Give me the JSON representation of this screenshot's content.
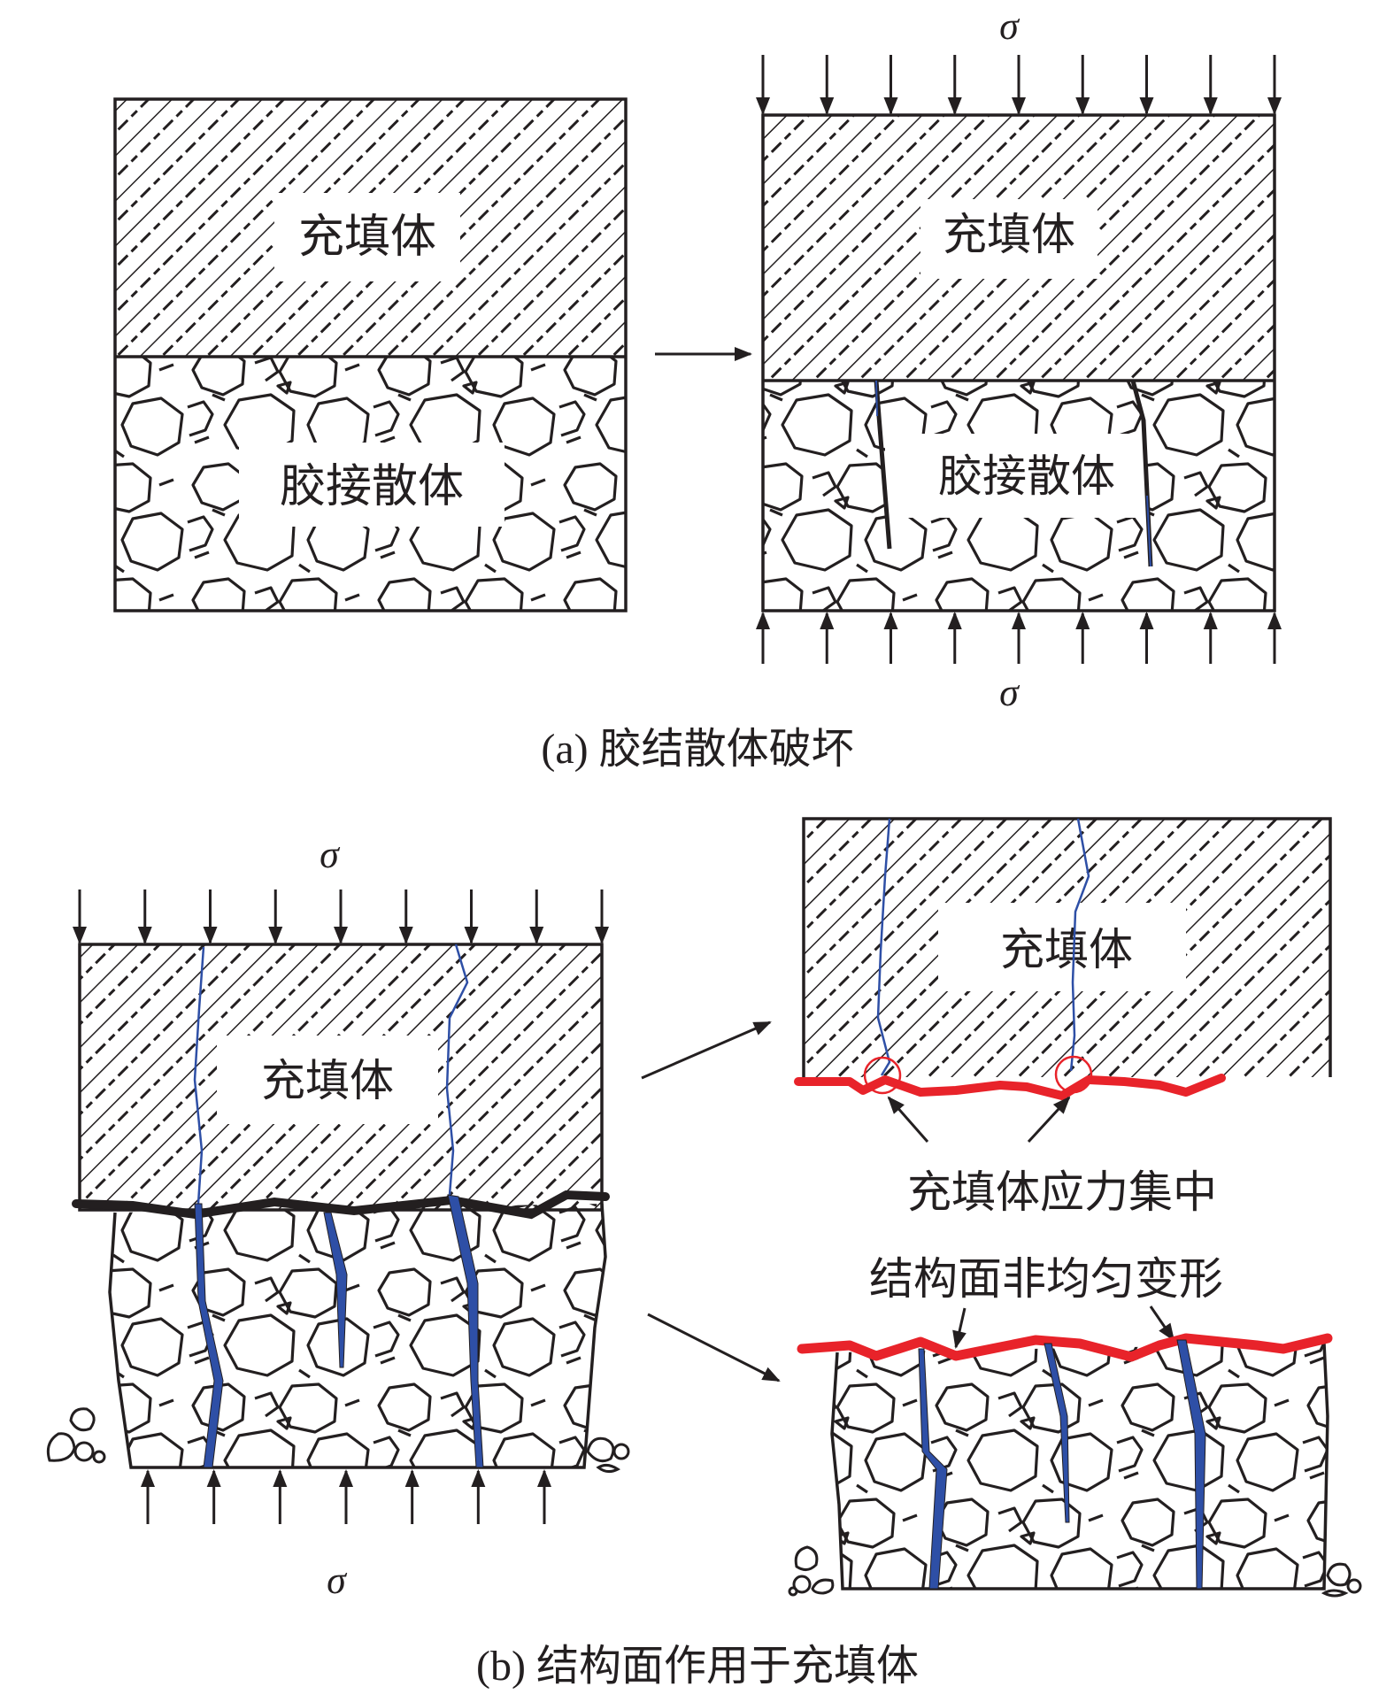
{
  "colors": {
    "ink": "#231f20",
    "crack_blue": "#2e4fa6",
    "interface_red": "#e8232a",
    "background": "#ffffff"
  },
  "panel_a": {
    "caption": "(a) 胶结散体破坏",
    "before": {
      "filler_label": "充填体",
      "aggregate_label": "胶接散体"
    },
    "after": {
      "load_symbol_top": "σ",
      "load_symbol_bottom": "σ",
      "filler_label": "充填体",
      "aggregate_label": "胶接散体",
      "arrow_count_top": 9,
      "arrow_count_bottom": 9,
      "crack_count": 2
    }
  },
  "panel_b": {
    "caption": "(b) 结构面作用于充填体",
    "loaded_specimen": {
      "load_symbol_top": "σ",
      "load_symbol_bottom": "σ",
      "filler_label": "充填体",
      "arrow_count_top": 9,
      "arrow_count_bottom": 7,
      "crack_count": 3
    },
    "detail_top": {
      "filler_label": "充填体",
      "annotation": "充填体应力集中"
    },
    "detail_bottom": {
      "annotation": "结构面非均匀变形"
    }
  }
}
